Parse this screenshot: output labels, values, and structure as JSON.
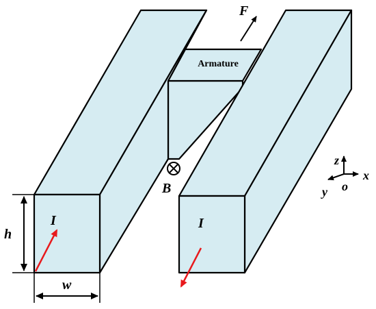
{
  "diagram": {
    "armature_label": "Armature",
    "force_label": "F",
    "field_label": "B",
    "current_label_left": "I",
    "current_label_right": "I",
    "height_label": "h",
    "width_label": "w",
    "axis_z": "z",
    "axis_x": "x",
    "axis_y": "y",
    "axis_origin": "o"
  },
  "colors": {
    "rail_fill": "#d6ecf2",
    "outline": "#000000",
    "current_arrow": "#e8191c"
  }
}
